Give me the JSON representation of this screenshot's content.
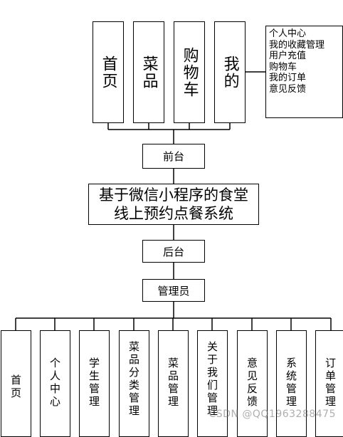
{
  "system_title": [
    "基于微信小程序的食堂",
    "线上预约点餐系统"
  ],
  "frontend": {
    "label": "前台",
    "modules": [
      "首页",
      "菜品",
      "购物车",
      "我的"
    ],
    "my_submenu": [
      "个人中心",
      "我的收藏管理",
      "用户充值",
      "购物车",
      "我的订单",
      "意见反馈"
    ]
  },
  "backend": {
    "label": "后台",
    "role": "管理员",
    "modules": [
      "首页",
      "个人中心",
      "学生管理",
      "菜品分类管理",
      "菜品管理",
      "关于我们管理",
      "意见反馈",
      "系统管理",
      "订单管理"
    ]
  },
  "watermark": "CSDN @QQ1963288475"
}
